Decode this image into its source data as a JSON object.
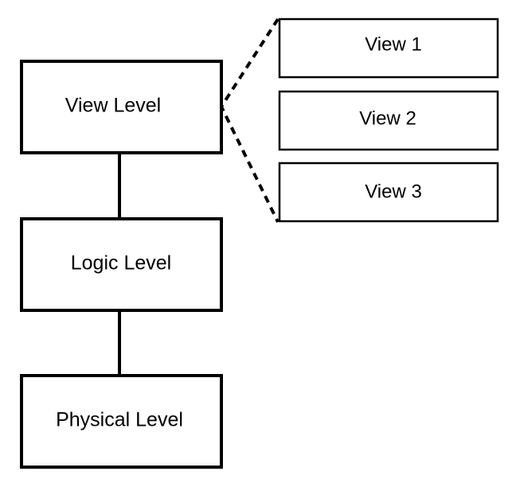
{
  "levels": {
    "view": "View Level",
    "logic": "Logic Level",
    "physical": "Physical Level"
  },
  "views": {
    "v1": "View 1",
    "v2": "View 2",
    "v3": "View 3"
  },
  "colors": {
    "stroke": "#000000",
    "fill": "#ffffff",
    "background": "#ffffff"
  }
}
